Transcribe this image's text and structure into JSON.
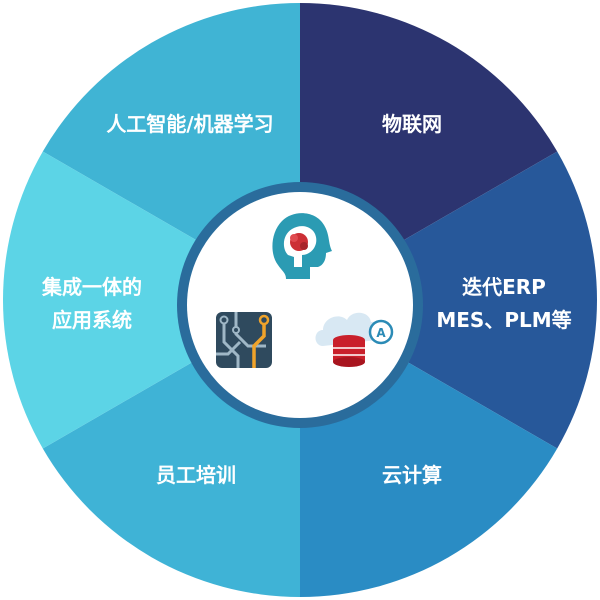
{
  "segments": [
    {
      "lines": [
        "人工智能/机器学习"
      ],
      "color": "#40b4d4"
    },
    {
      "lines": [
        "物联网"
      ],
      "color": "#2c3470"
    },
    {
      "lines": [
        "迭代ERP",
        "MES、PLM等"
      ],
      "color": "#27589a"
    },
    {
      "lines": [
        "云计算"
      ],
      "color": "#2a8cc4"
    },
    {
      "lines": [
        "员工培训"
      ],
      "color": "#3fb3d6"
    },
    {
      "lines": [
        "集成一体的",
        "应用系统"
      ],
      "color": "#5cd4e6"
    }
  ],
  "center": {
    "ring_color": "#2a6c9c",
    "icons": [
      "brain-head-icon",
      "circuit-board-icon",
      "cloud-database-icon"
    ]
  }
}
